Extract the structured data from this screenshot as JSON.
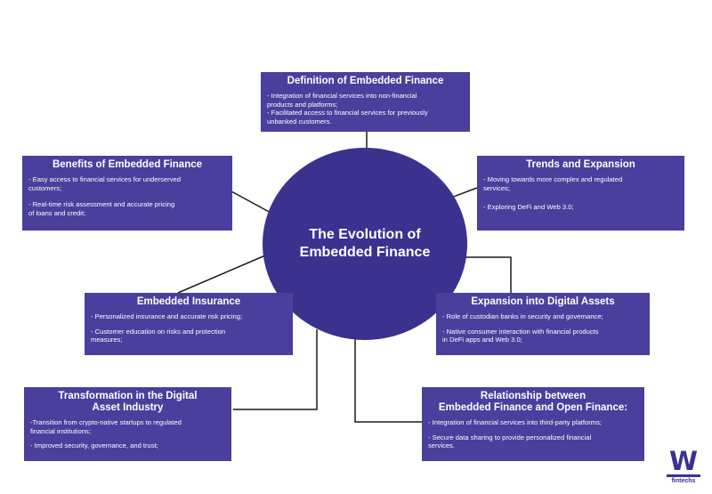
{
  "center": {
    "title": "The Evolution of Embedded Finance"
  },
  "boxes": {
    "definition": {
      "title": "Definition of Embedded Finance",
      "lines": [
        "- Integration of financial services into non-financial",
        "products and platforms;",
        "- Facilitated access to financial services for previously",
        "unbanked customers."
      ]
    },
    "benefits": {
      "title": "Benefits of Embedded Finance",
      "lines": [
        "- Easy access to financial services for underserved",
        "customers;",
        "- Real-time risk assessment and accurate pricing",
        "of loans and credit;"
      ]
    },
    "trends": {
      "title": "Trends and Expansion",
      "lines": [
        "- Moving towards more complex and regulated",
        "services;",
        "- Exploring DeFi and Web 3.0;"
      ]
    },
    "insurance": {
      "title": "Embedded Insurance",
      "lines": [
        "- Personalized insurance and accurate risk pricing;",
        "- Customer education on risks and protection",
        "measures;"
      ]
    },
    "digital_assets": {
      "title": "Expansion into Digital Assets",
      "lines": [
        "- Role of custodian banks in security and governance;",
        "- Native consumer interaction with financial products",
        "in DeFi apps and Web 3.0;"
      ]
    },
    "transformation": {
      "title_1": "Transformation in the Digital",
      "title_2": "Asset Industry",
      "lines": [
        "-Transition from crypto-native startups to regulated",
        "financial institutions;",
        "- Improved security, governance, and trust;"
      ]
    },
    "relationship": {
      "title_1": "Relationship between",
      "title_2": "Embedded Finance and Open Finance:",
      "lines": [
        "- Integration of financial services into third-party platforms;",
        "- Secure data sharing to provide personalized financial",
        "services."
      ]
    }
  },
  "logo": {
    "mark": "W",
    "text": "fintechs"
  },
  "colors": {
    "box": "#4a3f9c",
    "circle": "#3b318f",
    "connector": "#1a1a1a"
  }
}
